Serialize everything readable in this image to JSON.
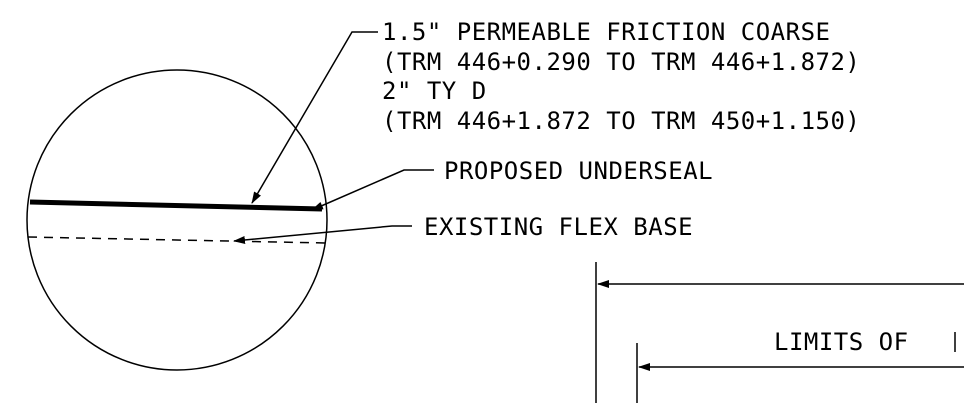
{
  "callouts": {
    "pfc_line1": "1.5\" PERMEABLE FRICTION COARSE",
    "pfc_line2": "(TRM 446+0.290 TO TRM 446+1.872)",
    "tyd_line1": "2\" TY D",
    "tyd_line2": "(TRM 446+1.872 TO TRM 450+1.150)",
    "underseal": "PROPOSED UNDERSEAL",
    "flex_base": "EXISTING FLEX BASE"
  },
  "dimension": {
    "limits_label": "LIMITS OF"
  },
  "colors": {
    "ink": "#000000",
    "background": "#ffffff"
  }
}
